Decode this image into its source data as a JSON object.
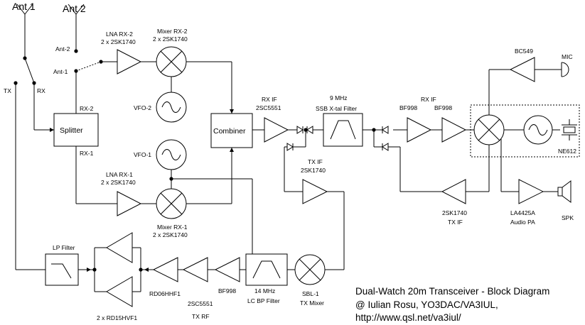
{
  "diagram": {
    "antennas": {
      "ant1": "Ant 1",
      "ant2": "Ant 2"
    },
    "switch_labels": {
      "ant2": "Ant-2",
      "ant1": "Ant-1",
      "tx": "TX",
      "rx": "RX"
    },
    "splitter": {
      "label": "Splitter",
      "out_top": "RX-2",
      "out_bottom": "RX-1"
    },
    "lna_rx2": {
      "line1": "LNA RX-2",
      "line2": "2 x 2SK1740"
    },
    "mixer_rx2": {
      "line1": "Mixer RX-2",
      "line2": "2 x 2SK1740"
    },
    "vfo2": {
      "label": "VFO-2"
    },
    "vfo1": {
      "label": "VFO-1"
    },
    "lna_rx1": {
      "line1": "LNA RX-1",
      "line2": "2 x 2SK1740"
    },
    "mixer_rx1": {
      "line1": "Mixer RX-1",
      "line2": "2 x 2SK1740"
    },
    "combiner": {
      "label": "Combiner"
    },
    "rx_if_amp": {
      "line1": "RX IF",
      "line2": "2SC5551"
    },
    "xtal_filter": {
      "line1": "9 MHz",
      "line2": "SSB X-tal Filter"
    },
    "tx_if_amp": {
      "line1": "TX IF",
      "line2": "2SK1740"
    },
    "rx_if_bf": {
      "line1": "RX IF",
      "bf1": "BF998",
      "bf2": "BF998"
    },
    "mic_amp": {
      "label": "BC549"
    },
    "mic": {
      "label": "MIC"
    },
    "ne612": {
      "label": "NE612"
    },
    "tx_if2": {
      "line1": "2SK1740",
      "line2": "TX IF"
    },
    "audio_pa": {
      "line1": "LA4425A",
      "line2": "Audio PA"
    },
    "speaker": {
      "label": "SPK"
    },
    "lp_filter": {
      "label": "LP Filter"
    },
    "pa_final": {
      "label": "2 x RD15HVF1"
    },
    "rd06": {
      "label": "RD06HHF1"
    },
    "tx_rf": {
      "line1": "2SC5551",
      "line2": "TX RF"
    },
    "bf998_tx": {
      "label": "BF998"
    },
    "lc_filter": {
      "line1": "14 MHz",
      "line2": "LC BP Filter"
    },
    "tx_mixer": {
      "line1": "SBL-1",
      "line2": "TX Mixer"
    },
    "footer": {
      "title": "Dual-Watch 20m Transceiver - Block Diagram",
      "author": "@ Iulian Rosu, YO3DAC/VA3IUL,",
      "url": "http://www.qsl.net/va3iul/"
    }
  }
}
